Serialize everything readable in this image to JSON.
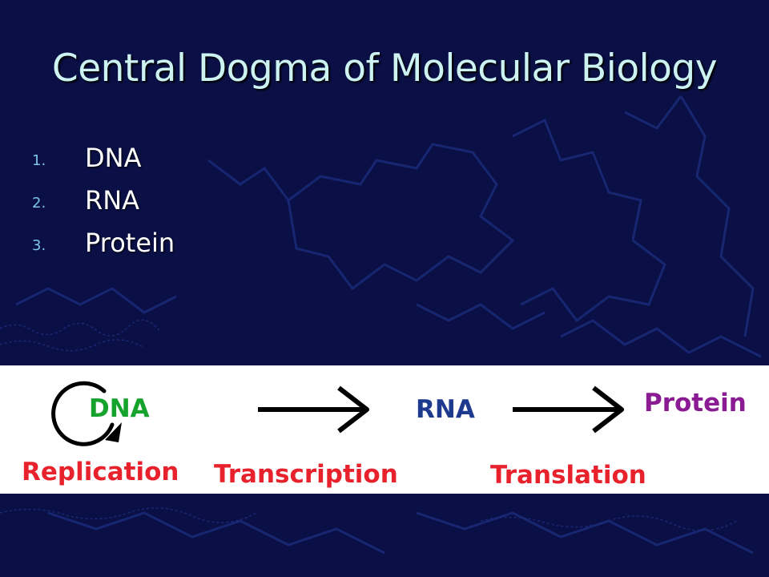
{
  "slide": {
    "title": "Central Dogma of Molecular Biology",
    "list": [
      {
        "num": "1.",
        "text": "DNA"
      },
      {
        "num": "2.",
        "text": "RNA"
      },
      {
        "num": "3.",
        "text": "Protein"
      }
    ]
  },
  "diagram": {
    "dna": "DNA",
    "rna": "RNA",
    "protein": "Protein",
    "replication": "Replication",
    "transcription": "Transcription",
    "translation": "Translation"
  },
  "colors": {
    "background": "#0a1046",
    "title": "#cdf2f2",
    "list_number": "#7ec3ea",
    "dna_label": "#15a32d",
    "rna_label": "#1e3a8e",
    "protein_label": "#8a1b92",
    "process_label": "#e8222c"
  }
}
